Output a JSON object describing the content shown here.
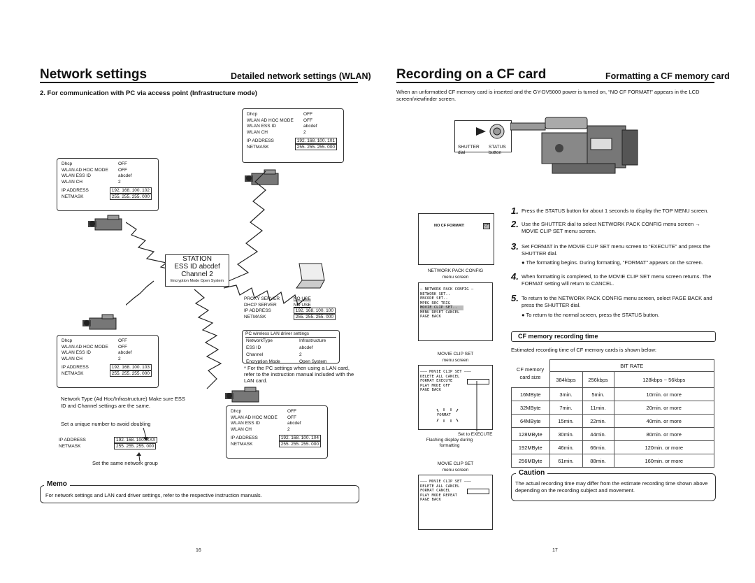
{
  "left": {
    "title": "Network settings",
    "subtitle": "Detailed network settings (WLAN)",
    "section": "2. For communication with PC via access point (Infrastructure mode)",
    "cam_top": {
      "rows": [
        [
          "Dhcp",
          "OFF"
        ],
        [
          "WLAN AD HOC MODE",
          "OFF"
        ],
        [
          "WLAN ESS ID",
          "abcdef"
        ],
        [
          "WLAN CH",
          "2"
        ]
      ],
      "ip_label": "IP ADDRESS",
      "ip": "192. 168. 100. 101",
      "mask_label": "NETMASK",
      "mask": "255. 255. 255. 000"
    },
    "cam_left1": {
      "rows": [
        [
          "Dhcp",
          "OFF"
        ],
        [
          "WLAN AD HOC MODE",
          "OFF"
        ],
        [
          "WLAN ESS ID",
          "abcdef"
        ],
        [
          "WLAN CH",
          "2"
        ]
      ],
      "ip_label": "IP ADDRESS",
      "ip": "192. 168. 100. 102",
      "mask_label": "NETMASK",
      "mask": "255. 255. 255. 000"
    },
    "station": {
      "line1": "STATION",
      "line2": "ESS ID  abcdef",
      "line3": "Channel 2",
      "line4": "Encryption Mode Open System"
    },
    "pc": {
      "rows": [
        [
          "PROXY SERVER",
          "NO USE"
        ],
        [
          "DHCP SERVER",
          "NO USE"
        ]
      ],
      "ip_label": "IP ADDRESS",
      "ip": "192. 168. 100. 100",
      "mask_label": "NETMASK",
      "mask": "255. 255. 255. 000",
      "driver_title": "PC wireless LAN driver settings",
      "driver_rows": [
        [
          "NetworkType",
          "Infrastructure"
        ],
        [
          "ESS ID",
          "abcdef"
        ],
        [
          "Channel",
          "2"
        ],
        [
          "Encryption Mode",
          "Open System"
        ]
      ]
    },
    "pc_note": "* For the PC settings when using a LAN card, refer to the instruction manual included with the LAN card.",
    "cam_left2": {
      "rows": [
        [
          "Dhcp",
          "OFF"
        ],
        [
          "WLAN AD HOC MODE",
          "OFF"
        ],
        [
          "WLAN ESS ID",
          "abcdef"
        ],
        [
          "WLAN CH",
          "2"
        ]
      ],
      "ip_label": "IP ADDRESS",
      "ip": "192. 168. 100. 103",
      "mask_label": "NETMASK",
      "mask": "255. 255. 255. 000"
    },
    "cam_bottom": {
      "rows": [
        [
          "Dhcp",
          "OFF"
        ],
        [
          "WLAN AD HOC MODE",
          "OFF"
        ],
        [
          "WLAN ESS ID",
          "abcdef"
        ],
        [
          "WLAN CH",
          "2"
        ]
      ],
      "ip_label": "IP ADDRESS",
      "ip": "192. 168. 100. 104",
      "mask_label": "NETMASK",
      "mask": "255. 255. 255. 000"
    },
    "note_type": "Network Type (Ad Hoc/Infrastructure) Make sure ESS ID and Channel settings are the same.",
    "note_unique": "Set a unique number to avoid doubling",
    "example": {
      "ip_label": "IP ADDRESS",
      "ip": "192. 168. 100. XXX",
      "mask_label": "NETMASK",
      "mask": "255. 255. 255. 000"
    },
    "note_same": "Set the same network group",
    "memo_title": "Memo",
    "memo_text": "For network settings and LAN card driver settings, refer to the respective instruction manuals.",
    "page": "16"
  },
  "right": {
    "title": "Recording on a CF card",
    "subtitle": "Formatting a CF memory card",
    "intro": "When an unformatted CF memory card is inserted and the GY-DV5000 power is turned on, “NO CF FORMAT!” appears in the LCD screen/viewfinder screen.",
    "shutter_label": "SHUTTER",
    "shutter_sub": "dial",
    "status_label": "STATUS",
    "status_sub": "button",
    "screen1_text": "NO  CF  FORMAT!",
    "screen1_badge": "CF",
    "caption2a": "NETWORK PACK CONFIG",
    "caption2b": "menu screen",
    "screen2": [
      "— NETWORK PACK CONFIG —",
      "NETWORK SET..",
      "ENCODE SET..",
      "MPEG REC         TRIG",
      "MOVIE CLIP SET..",
      "MENU RESET      CANCEL",
      "PAGE BACK"
    ],
    "caption3a": "MOVIE CLIP SET",
    "caption3b": "menu screen",
    "screen3": [
      "——— MOVIE CLIP SET ———",
      "DELETE ALL       CANCEL",
      "FORMAT          EXECUTE",
      "PLAY MODE          OFF",
      "PAGE BACK"
    ],
    "format_flash": "FORMAT",
    "set_execute": "Set to EXECUTE",
    "flashing": "Flashing display during formatting",
    "caption4a": "MOVIE CLIP SET",
    "caption4b": "menu screen",
    "screen4": [
      "——— MOVIE CLIP SET ———",
      "DELETE ALL       CANCEL",
      "FORMAT           CANCEL",
      "PLAY MODE        REPEAT",
      "PAGE BACK"
    ],
    "steps": [
      {
        "n": "1.",
        "text": "Press the STATUS button for about 1 seconds to display the TOP MENU screen."
      },
      {
        "n": "2.",
        "text": "Use the SHUTTER dial to select NETWORK PACK CONFIG menu screen → MOVIE CLIP SET menu screen."
      },
      {
        "n": "3.",
        "text": "Set FORMAT in the MOVIE CLIP SET menu screen to “EXECUTE” and press the SHUTTER dial.",
        "sub": "● The formatting begins. During formatting, “FORMAT” appears on the screen."
      },
      {
        "n": "4.",
        "text": "When formatting is completed, to the MOVIE CLIP SET menu screen returns. The FORMAT setting will return to CANCEL."
      },
      {
        "n": "5.",
        "text": "To return to the NETWORK PACK CONFIG menu screen, select PAGE BACK and press the SHUTTER dial.",
        "sub": "● To return to the normal screen, press the STATUS button."
      }
    ],
    "cf_title": "CF memory recording time",
    "cf_intro": "Estimated recording time of CF memory cards is shown below:",
    "table": {
      "h_memory": "CF memory",
      "h_size": "card size",
      "h_bitrate": "BIT RATE",
      "cols": [
        "384kbps",
        "256kbps",
        "128kbps ~ 56kbps"
      ],
      "rows": [
        [
          "16MByte",
          "3min.",
          "5min.",
          "10min. or more"
        ],
        [
          "32MByte",
          "7min.",
          "11min.",
          "20min. or more"
        ],
        [
          "64MByte",
          "15min.",
          "22min.",
          "40min. or more"
        ],
        [
          "128MByte",
          "30min.",
          "44min.",
          "80min. or more"
        ],
        [
          "192MByte",
          "46min.",
          "66min.",
          "120min. or more"
        ],
        [
          "256MByte",
          "61min.",
          "88min.",
          "160min. or more"
        ]
      ]
    },
    "caution_title": "Caution",
    "caution_text": "The actual recording time may differ from the estimate recording time shown above depending on the recording subject and movement.",
    "page": "17"
  }
}
